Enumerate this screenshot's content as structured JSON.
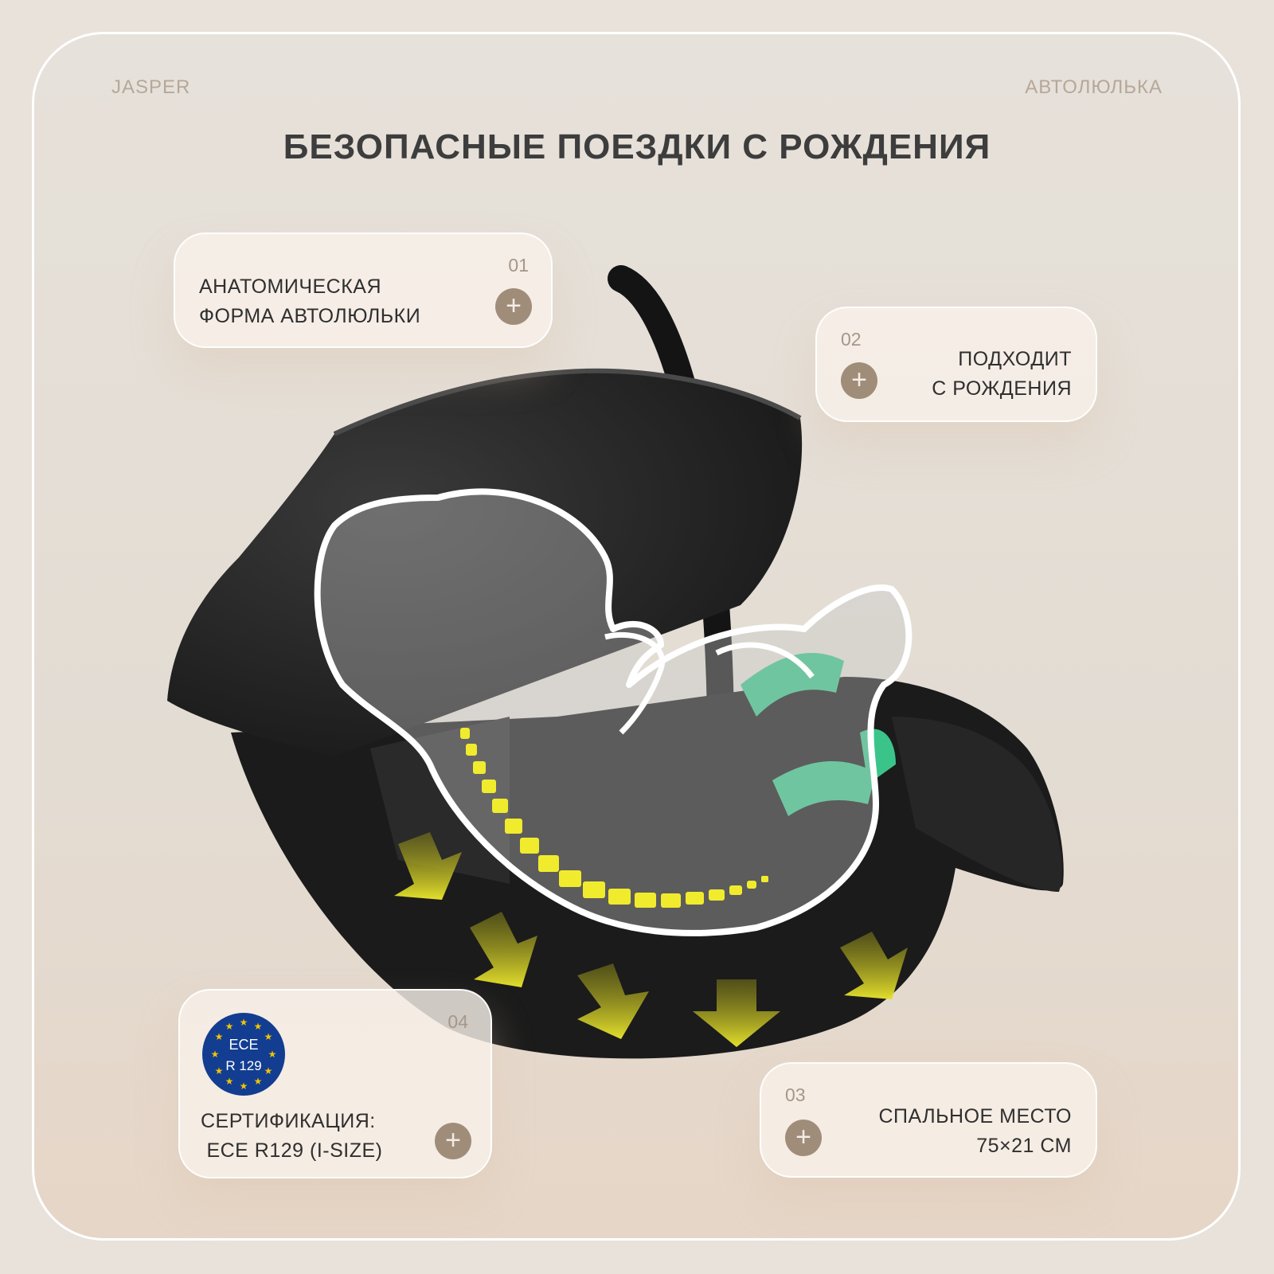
{
  "header": {
    "brand": "JASPER",
    "category": "АВТОЛЮЛЬКА",
    "headline": "БЕЗОПАСНЫЕ ПОЕЗДКИ С РОЖДЕНИЯ"
  },
  "features": [
    {
      "num": "01",
      "line1": "АНАТОМИЧЕСКАЯ",
      "line2": "ФОРМА АВТОЛЮЛЬКИ"
    },
    {
      "num": "02",
      "line1": "ПОДХОДИТ",
      "line2": "С РОЖДЕНИЯ"
    },
    {
      "num": "03",
      "line1": "СПАЛЬНОЕ МЕСТО",
      "line2": "75×21 СМ"
    },
    {
      "num": "04",
      "line1": "СЕРТИФИКАЦИЯ:",
      "line2": " ECE R129 (I-SIZE)"
    }
  ],
  "certificate": {
    "line1": "ECE",
    "line2": "R 129"
  },
  "icons": {
    "plus": "+"
  },
  "colors": {
    "plus_button": "#a08d79",
    "seat": "#1c1c1c",
    "arrows": "#e3df2c",
    "spine": "#f1eb2d",
    "accent_green": "#3bc48a",
    "eu_blue": "#123d91",
    "eu_star": "#f2c400"
  }
}
